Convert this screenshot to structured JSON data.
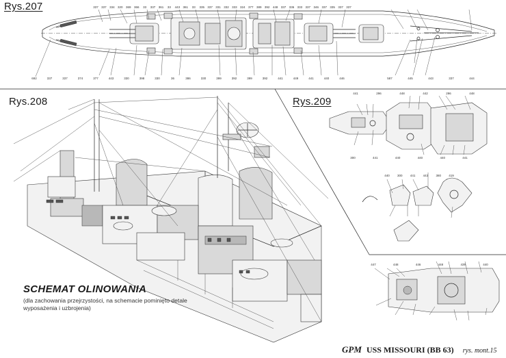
{
  "figures": {
    "rys207": "Rys.207",
    "rys208": "Rys.208",
    "rys209": "Rys.209"
  },
  "rigging": {
    "title": "SCHEMAT OLINOWANIA",
    "note": "(dla zachowania przejrzystości, na schemacie pominięto detale wyposażenia i uzbrojenia)"
  },
  "footer": {
    "brand": "GPM",
    "ship": "USS MISSOURI (BB 63)",
    "sheet": "rys. mont.15"
  },
  "callouts": {
    "deck_top": [
      "337",
      "337",
      "334",
      "320",
      "369",
      "366",
      "33",
      "337",
      "361",
      "33",
      "443",
      "361",
      "33",
      "335",
      "337",
      "331",
      "332",
      "333",
      "324",
      "377",
      "389",
      "392",
      "448",
      "337",
      "336",
      "333",
      "337",
      "346",
      "337",
      "335",
      "337",
      "337"
    ],
    "deck_bottom": [
      "692",
      "337",
      "337",
      "374",
      "377",
      "443",
      "330",
      "398",
      "330",
      "36",
      "386",
      "330",
      "399",
      "392",
      "399",
      "392",
      "441",
      "449",
      "441",
      "440",
      "446"
    ],
    "deck_right": [
      "587",
      "445",
      "443",
      "337",
      "444"
    ],
    "r209_a": [
      "441",
      "296",
      "448",
      "442",
      "296",
      "448"
    ],
    "r209_b": [
      "300",
      "441",
      "440",
      "440",
      "440",
      "441"
    ],
    "r209_c": [
      "440",
      "300",
      "441",
      "443",
      "380",
      "419"
    ],
    "r209_d": [
      "447",
      "448",
      "446",
      "448",
      "439",
      "440"
    ]
  },
  "colors": {
    "line": "#222222",
    "panel": "#d9d9d9",
    "panel_light": "#f2f2f2",
    "background": "#ffffff"
  }
}
